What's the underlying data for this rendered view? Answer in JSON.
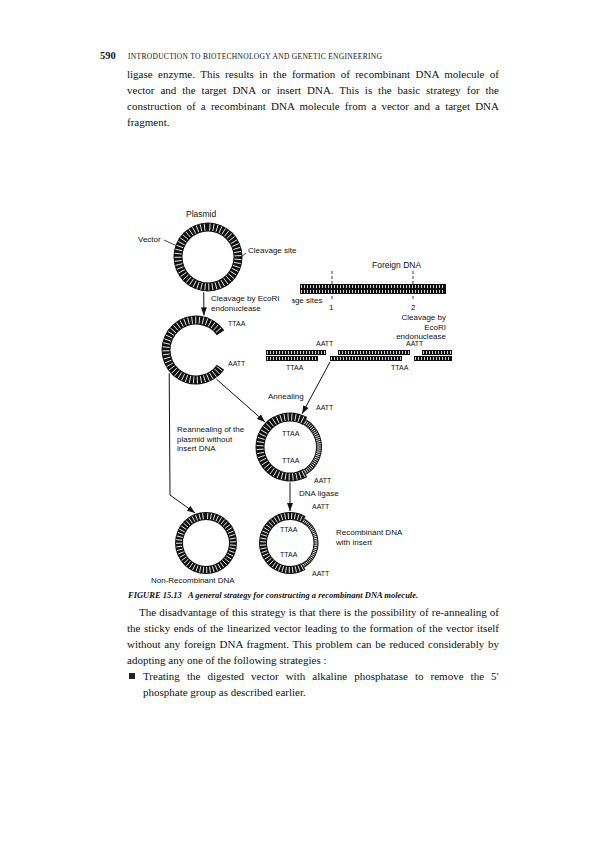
{
  "diagram": {
    "caption": "FIGURE 15.13   A general strategy for constructing a recombinant DNA molecule.",
    "nodes": [
      {
        "text": [
          "Plasmid"
        ]
      },
      {
        "text": [
          "Foreign DNA"
        ]
      },
      {
        "text": [
          "TTAA",
          "AATT"
        ]
      },
      {
        "text": [
          "AATT",
          "AATT",
          "TTAA",
          "TTAA"
        ]
      },
      {
        "text": [
          "AATT",
          "TTAA",
          "AATT",
          "TTAA"
        ]
      },
      {
        "text": [
          "Non-Recombinant DNA"
        ]
      },
      {
        "text": [
          "AATT",
          "TTAA",
          "AATT",
          "TTAA",
          "Recombinant DNA with insert"
        ]
      }
    ],
    "edges": [
      {
        "from": 0,
        "to": 2,
        "arrow": "to",
        "label": "Cleavage by EcoRI endonuclease"
      },
      {
        "from": 2,
        "to": 5,
        "arrow": "to",
        "label": "Reannealing of the plasmid without insert DNA"
      },
      {
        "from": 2,
        "to": 4,
        "arrow": "to"
      },
      {
        "from": 3,
        "to": 4,
        "arrow": "to"
      },
      {
        "from": 4,
        "to": 6,
        "arrow": "to",
        "label": "DNA ligase"
      }
    ],
    "labels": [
      "590",
      "INTRODUCTION TO BIOTECHNOLOGY AND GENETIC ENGINEERING",
      "ligase enzyme. This results in the formation of recombinant DNA molecule of vector and the target DNA or insert DNA. This is the basic strategy for the construction of a recombinant DNA molecule from a vector and a target DNA fragment.",
      "Vector",
      "Cleavage site",
      "Cleavage sites",
      "1",
      "2",
      "Cleavage by EcoRI endonuclease",
      "Annealing",
      "The disadvantage of this strategy is that there is the possibility of re-annealing of the sticky ends of the linearized vector leading to the formation of the vector itself without any foreign DNA fragment. This problem can be reduced considerably by adopting any one of the following strategies :",
      "Treating the digested vector with alkaline phosphatase to remove the 5′ phosphate group as described earlier."
    ]
  }
}
